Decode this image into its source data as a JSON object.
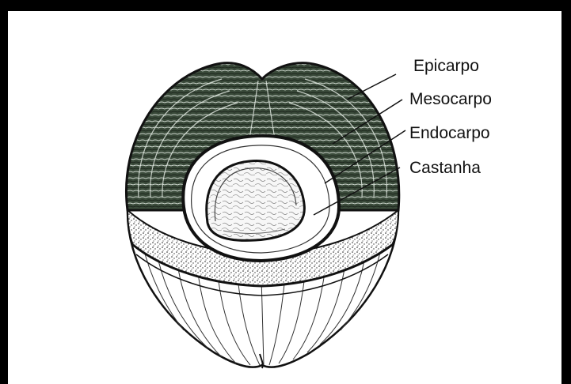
{
  "labels": {
    "epicarpo": "Epicarpo",
    "mesocarpo": "Mesocarpo",
    "endocarpo": "Endocarpo",
    "castanha": "Castanha"
  },
  "colors": {
    "frame": "#000000",
    "background": "#ffffff",
    "ink": "#111111",
    "dark_fiber": "#2b3b2b",
    "speckle": "#d8d8d8"
  }
}
